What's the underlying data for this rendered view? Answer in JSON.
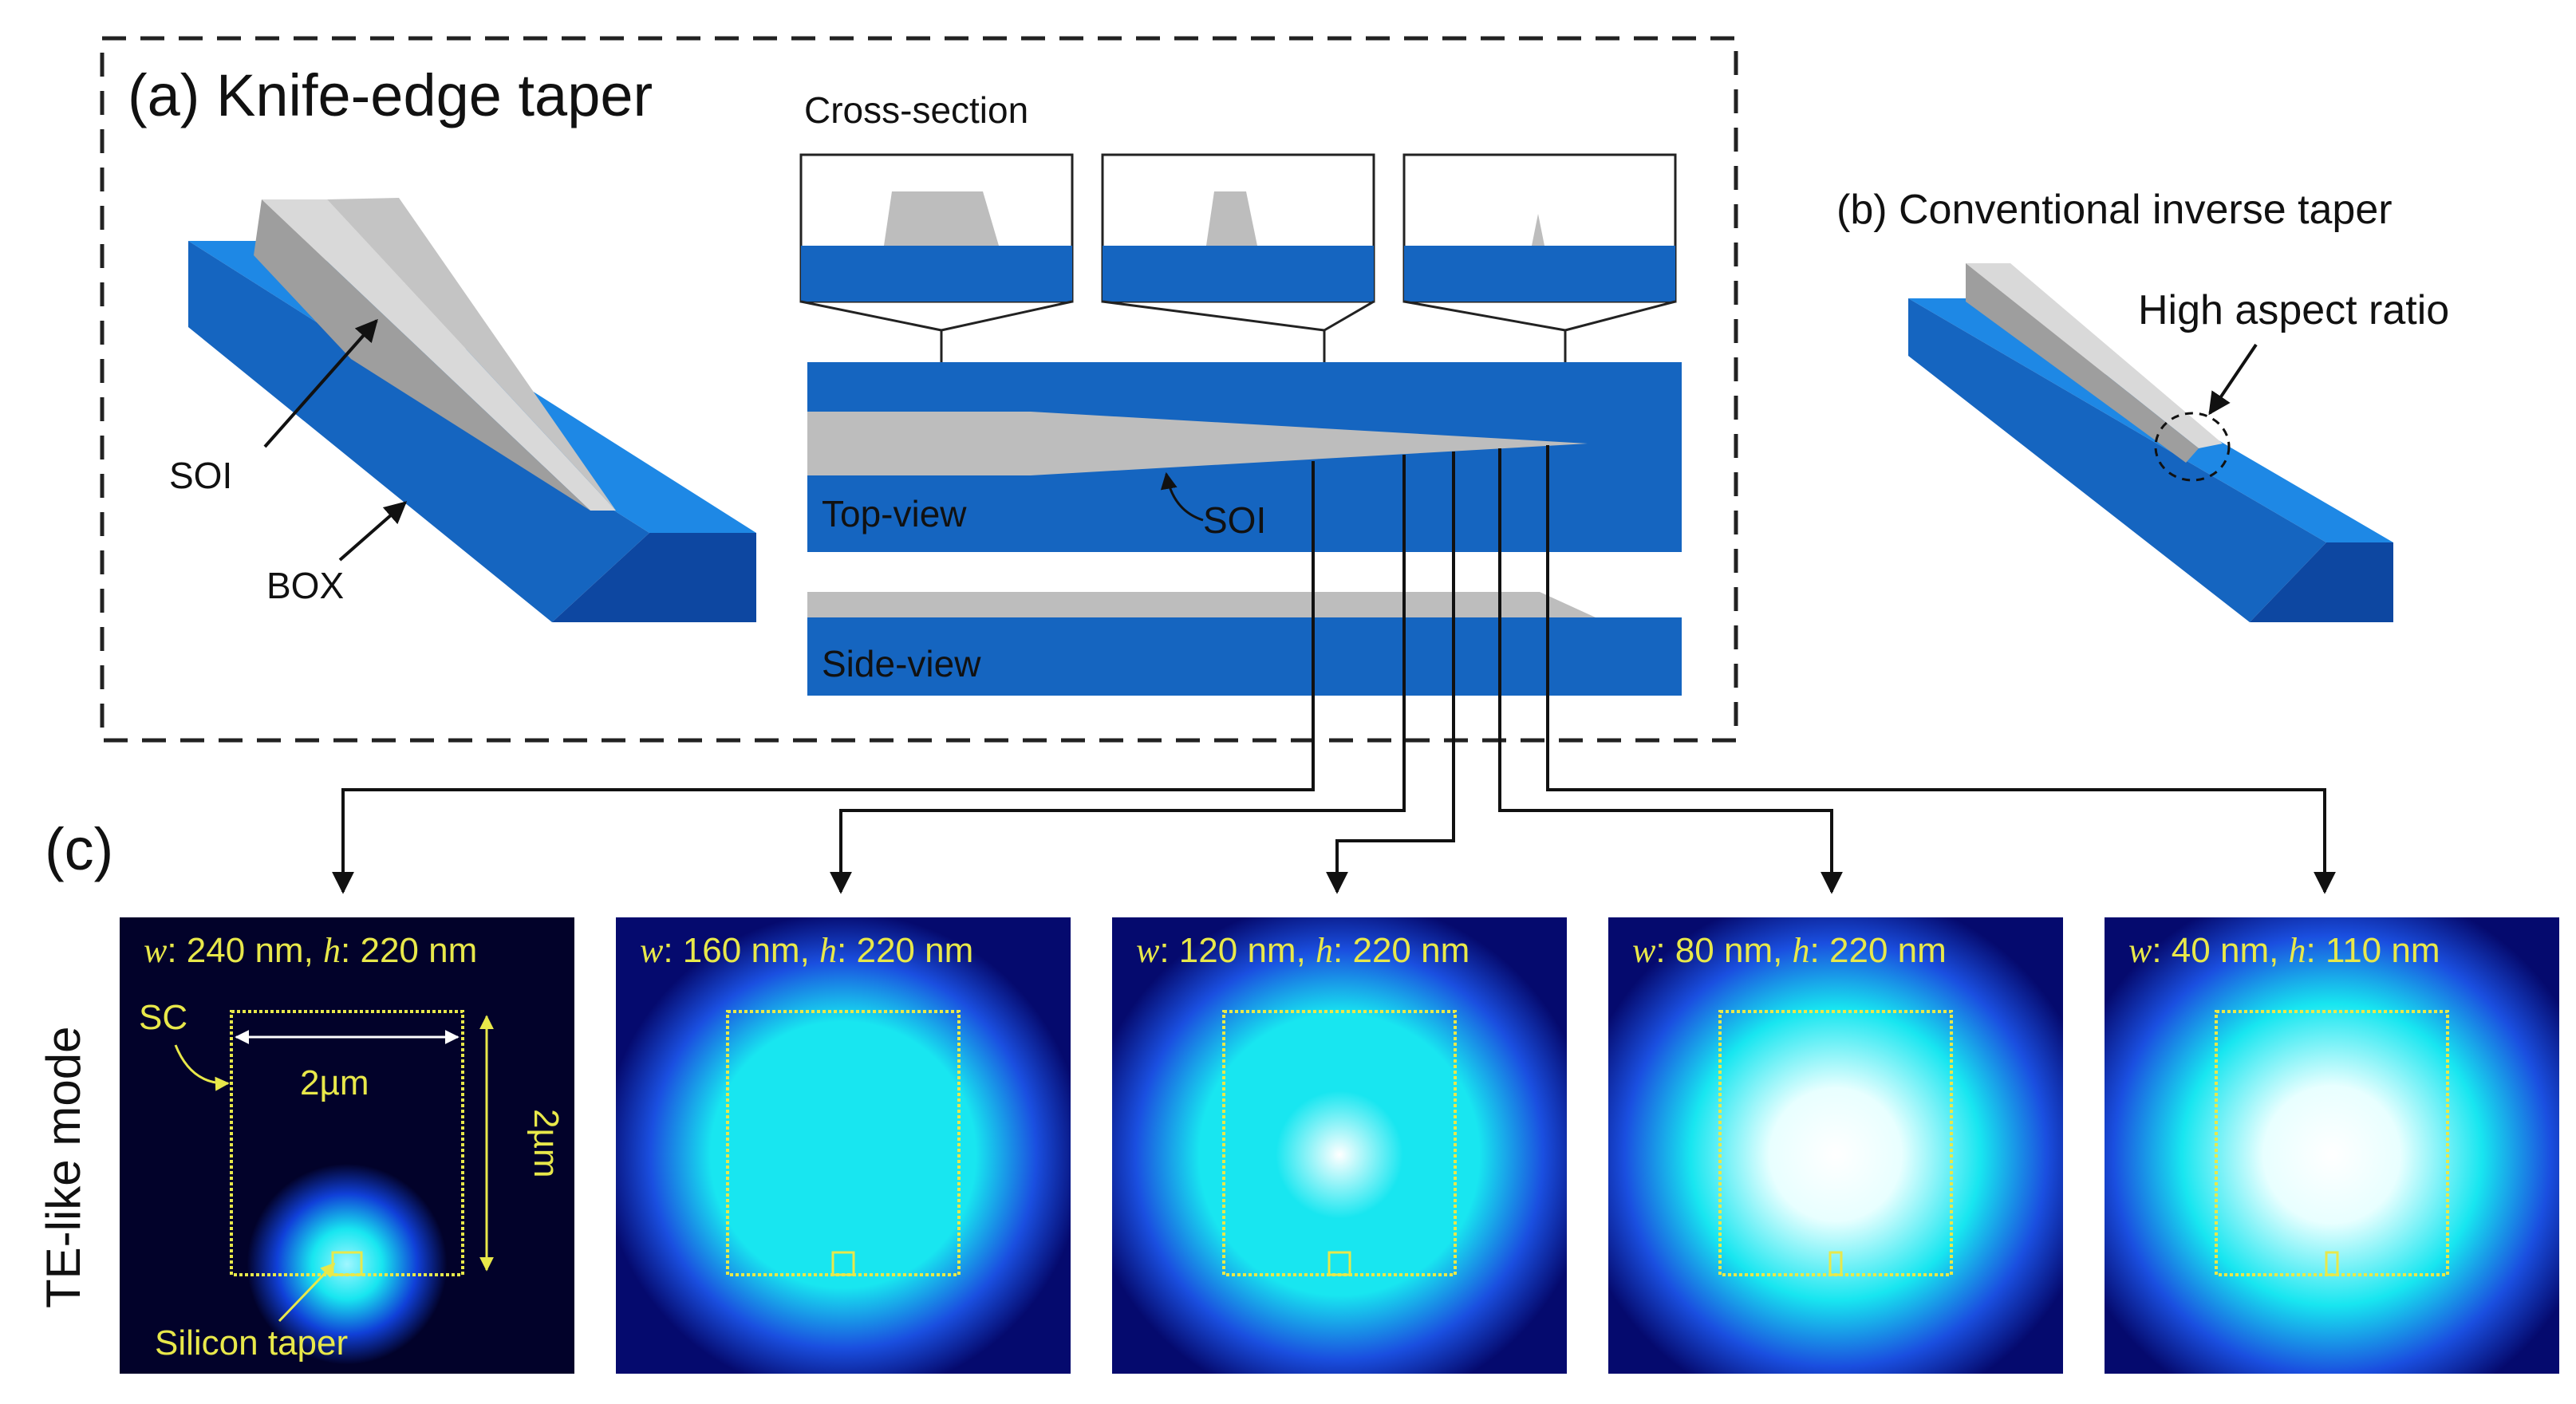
{
  "panel_a": {
    "title": "(a) Knife-edge taper",
    "cross_section_label": "Cross-section",
    "soi_label": "SOI",
    "box_label": "BOX",
    "top_view_label": "Top-view",
    "side_view_label": "Side-view",
    "top_view_soi_label": "SOI"
  },
  "panel_b": {
    "title": "(b) Conventional inverse taper",
    "callout": "High aspect ratio"
  },
  "panel_c": {
    "label": "(c)",
    "mode_label": "TE-like mode",
    "sc_label": "SC",
    "width_dim": "2µm",
    "height_dim": "2µm",
    "silicon_taper_label": "Silicon taper",
    "w_symbol": "w",
    "h_symbol": "h",
    "mode_profiles": [
      {
        "w": ": 240 nm, ",
        "h": ": 220 nm",
        "intensity": 0.15
      },
      {
        "w": ": 160 nm, ",
        "h": ": 220 nm",
        "intensity": 0.55
      },
      {
        "w": ": 120 nm, ",
        "h": ": 220 nm",
        "intensity": 0.75
      },
      {
        "w": ": 80 nm, ",
        "h": ": 220 nm",
        "intensity": 0.9
      },
      {
        "w": ": 40 nm, ",
        "h": ": 110 nm",
        "intensity": 1.0
      }
    ]
  },
  "colors": {
    "box_blue": "#1565c0",
    "box_blue_dark": "#0d47a1",
    "soi_gray": "#bdbdbd",
    "field_dark": "#02022a",
    "field_cyan": "#18e6f0",
    "annotation_yellow": "#e8e84a"
  }
}
